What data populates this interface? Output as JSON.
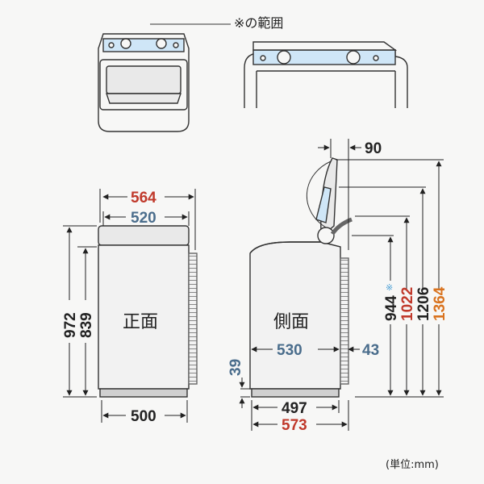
{
  "labels": {
    "range_note": "※の範囲",
    "front": "正面",
    "side": "側面",
    "unit": "(単位:mm)",
    "asterisk": "※"
  },
  "dimensions": {
    "front_top_width": "564",
    "front_body_width": "520",
    "front_base_width": "500",
    "front_height_total": "972",
    "front_height_body": "839",
    "side_lid_offset": "90",
    "side_body_width": "530",
    "side_hose_depth": "43",
    "side_base_height": "39",
    "side_base_width": "497",
    "side_total_width": "573",
    "side_h_944": "944",
    "side_h_1022": "1022",
    "side_h_1206": "1206",
    "side_h_1364": "1364"
  },
  "colors": {
    "black": "#222222",
    "red": "#c0392b",
    "blue": "#4a6d8c",
    "orange": "#d9731f",
    "highlight": "#cfe6f7",
    "machine_fill": "#e9e9e9"
  }
}
